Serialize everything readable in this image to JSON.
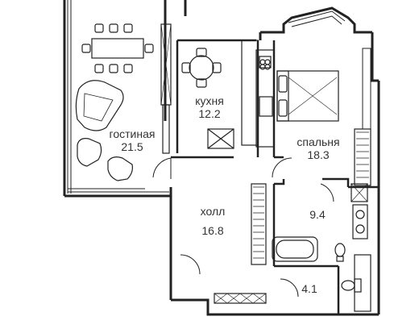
{
  "rooms": [
    {
      "id": "living",
      "name": "гостиная",
      "area": "21.5"
    },
    {
      "id": "kitchen",
      "name": "кухня",
      "area": "12.2"
    },
    {
      "id": "bedroom",
      "name": "спальня",
      "area": "18.3"
    },
    {
      "id": "hall",
      "name": "холл",
      "area": "16.8"
    },
    {
      "id": "bathroom",
      "name": "",
      "area": "9.4"
    },
    {
      "id": "wc",
      "name": "",
      "area": "4.1"
    }
  ],
  "colors": {
    "wall": "#222222",
    "line": "#444444",
    "fill": "#ffffff"
  }
}
